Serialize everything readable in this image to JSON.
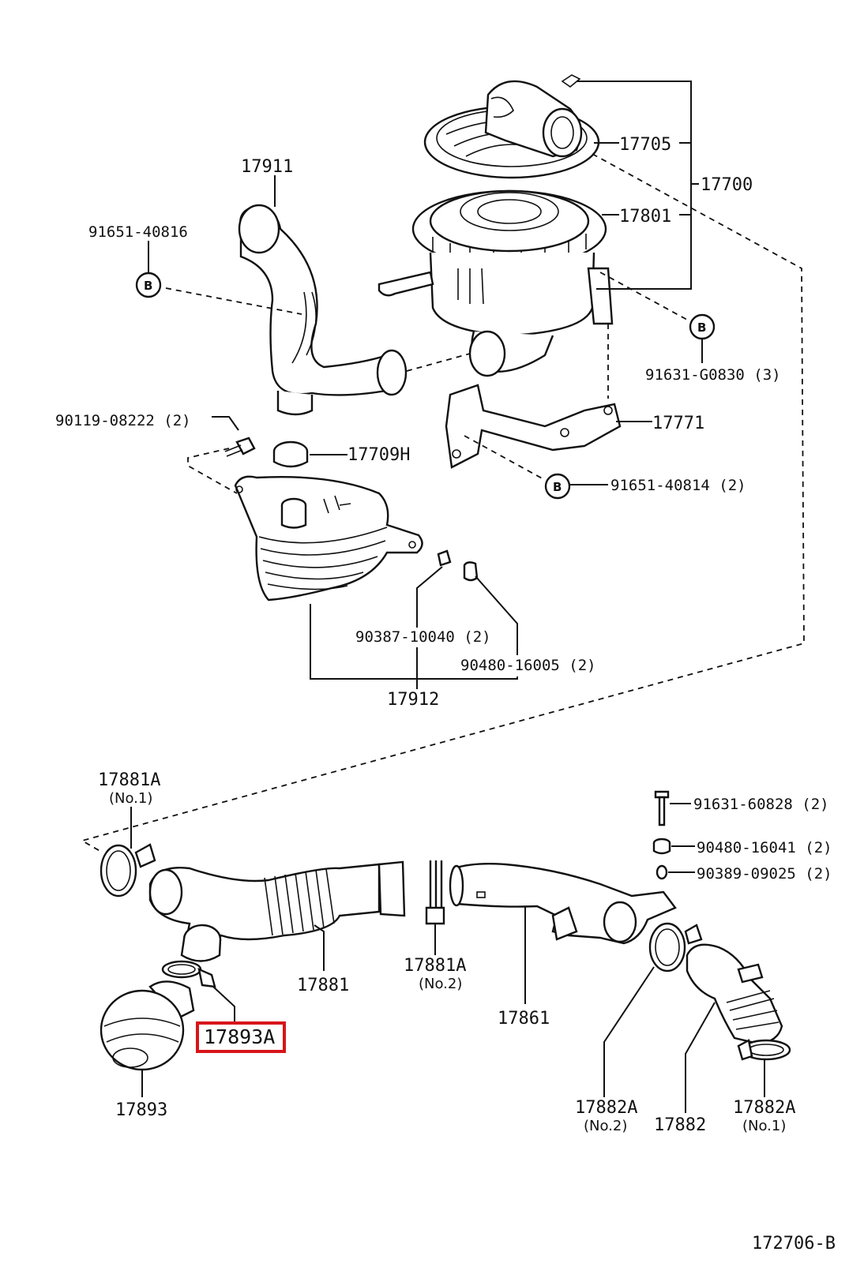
{
  "highlight_color": "#d8141b",
  "labels": {
    "p17911": "17911",
    "p91651_40816": "91651-40816",
    "p17705": "17705",
    "p17700": "17700",
    "p17801": "17801",
    "p91631_G0830": "91631-G0830 (3)",
    "p17771": "17771",
    "p90119_08222": "90119-08222 (2)",
    "p17709H": "17709H",
    "p91651_40814": "91651-40814 (2)",
    "p90387_10040": "90387-10040 (2)",
    "p90480_16005": "90480-16005 (2)",
    "p17912": "17912",
    "p17881A_1": "17881A",
    "p17881A_1_note": "(No.1)",
    "p91631_60828": "91631-60828 (2)",
    "p90480_16041": "90480-16041 (2)",
    "p90389_09025": "90389-09025 (2)",
    "p17881": "17881",
    "p17881A_2": "17881A",
    "p17881A_2_note": "(No.2)",
    "p17861": "17861",
    "p17893A": "17893A",
    "p17893": "17893",
    "p17882A_2": "17882A",
    "p17882A_2_note": "(No.2)",
    "p17882": "17882",
    "p17882A_1": "17882A",
    "p17882A_1_note": "(No.1)",
    "ref": "172706-B"
  },
  "markers": {
    "b1": "B",
    "b2": "B",
    "b3": "B"
  }
}
